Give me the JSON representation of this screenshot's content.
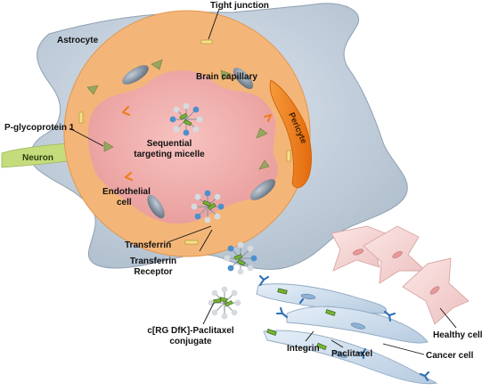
{
  "colors": {
    "astrocyte": "#c6d4e2",
    "endothelium": "#f4b678",
    "lumen": "#eeadad",
    "pericyte": "#f07d1e",
    "neuron": "#c5dc7c",
    "cancer_cell": "#cfdff0",
    "healthy_cell": "#f4d7d6"
  },
  "labels": {
    "tight_junction": "Tight junction",
    "astrocyte": "Astrocyte",
    "brain_capillary": "Brain capillary",
    "p_glycoprotein": "P-glycoprotein 1",
    "neuron": "Neuron",
    "pericyte": "Pericyte",
    "micelle_line1": "Sequential",
    "micelle_line2": "targeting micelle",
    "endothelial_line1": "Endothelial",
    "endothelial_line2": "cell",
    "transferrin": "Transferrin",
    "receptor_line1": "Transferrin",
    "receptor_line2": "Receptor",
    "conjugate_line1": "c[RG DfK]-Paclitaxel",
    "conjugate_line2": "conjugate",
    "healthy_cell": "Healthy cell",
    "cancer_cell": "Cancer cell",
    "integrin": "Integrin",
    "paclitaxel": "Paclitaxel"
  },
  "icons": {
    "micelle": "micelle-icon",
    "p_glycoprotein": "p-glycoprotein-icon",
    "transferrin": "transferrin-icon",
    "nucleus": "nucleus-icon"
  }
}
